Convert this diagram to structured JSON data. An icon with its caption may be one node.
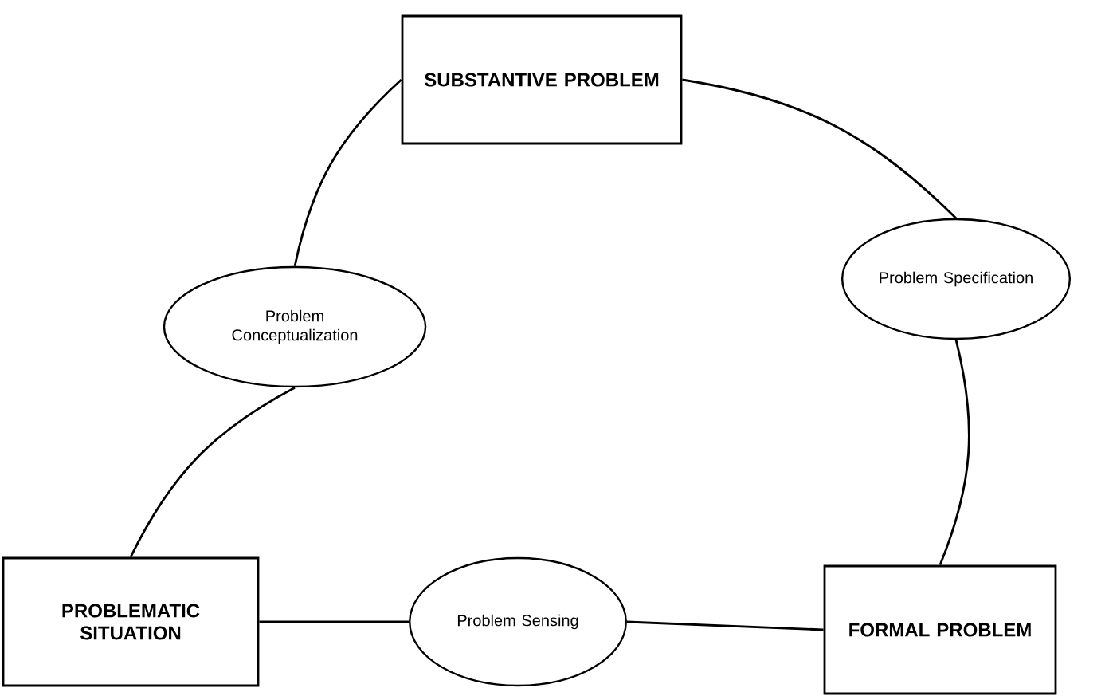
{
  "diagram": {
    "nodes": [
      {
        "text": [
          "SUBSTANTIVE PROBLEM"
        ]
      },
      {
        "text": [
          "Problem Conceptualization"
        ]
      },
      {
        "text": [
          "Problem Specification"
        ]
      },
      {
        "text": [
          "PROBLEMATIC SITUATION"
        ]
      },
      {
        "text": [
          "Problem Sensing"
        ]
      },
      {
        "text": [
          "FORMAL PROBLEM"
        ]
      }
    ],
    "edges": [
      {
        "from": 0,
        "to": 1,
        "arrow": "none"
      },
      {
        "from": 1,
        "to": 3,
        "arrow": "none"
      },
      {
        "from": 0,
        "to": 2,
        "arrow": "none"
      },
      {
        "from": 2,
        "to": 5,
        "arrow": "none"
      },
      {
        "from": 3,
        "to": 4,
        "arrow": "none"
      },
      {
        "from": 4,
        "to": 5,
        "arrow": "none"
      }
    ]
  }
}
